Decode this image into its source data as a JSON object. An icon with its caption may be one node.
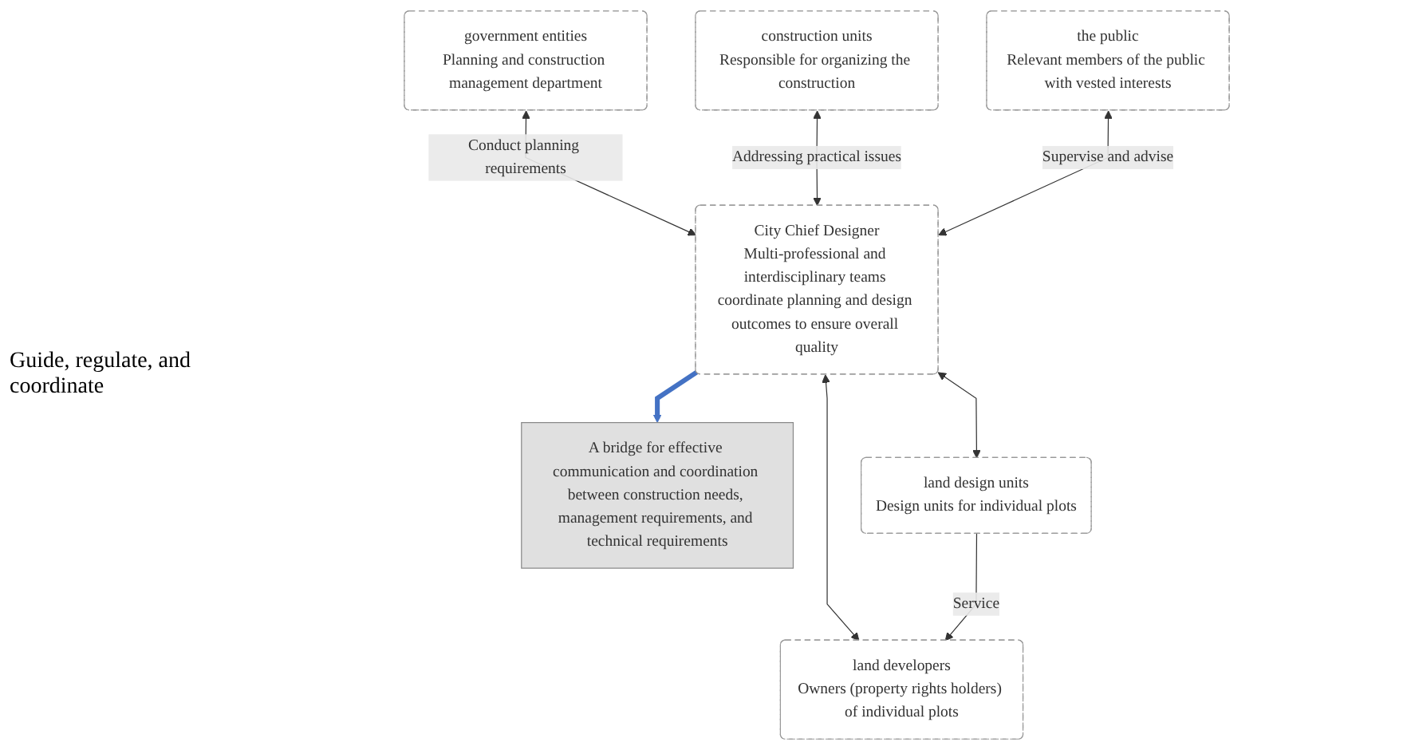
{
  "diagram": {
    "nodes": [
      {
        "text": [
          "government entities",
          "Planning and construction management department"
        ]
      },
      {
        "text": [
          "construction units",
          "Responsible for organizing the construction"
        ]
      },
      {
        "text": [
          "the public",
          "Relevant members of the public with vested interests"
        ]
      },
      {
        "text": [
          "City Chief Designer",
          "Multi-professional and interdisciplinary teams coordinate planning and design outcomes to ensure overall quality"
        ]
      },
      {
        "text": [
          "A bridge for effective communication and coordination between construction needs, management requirements, and technical requirements"
        ]
      },
      {
        "text": [
          "land developers",
          "Owners (property rights holders) of individual plots"
        ]
      },
      {
        "text": [
          "land design units",
          "Design units for individual plots"
        ]
      }
    ],
    "edges": [
      {
        "from": 0,
        "to": 3,
        "arrow": "both",
        "label": "Conduct planning requirements"
      },
      {
        "from": 1,
        "to": 3,
        "arrow": "both",
        "label": "Addressing practical issues"
      },
      {
        "from": 2,
        "to": 3,
        "arrow": "both",
        "label": "Supervise and advise"
      },
      {
        "from": 3,
        "to": 4,
        "arrow": "to",
        "style": "thick",
        "color": "#4472c4"
      },
      {
        "from": 3,
        "to": 5,
        "arrow": "both"
      },
      {
        "from": 3,
        "to": 6,
        "arrow": "both"
      },
      {
        "from": 6,
        "to": 5,
        "arrow": "to",
        "label": "Service"
      }
    ],
    "labels": [
      "Guide, regulate, and coordinate"
    ]
  }
}
